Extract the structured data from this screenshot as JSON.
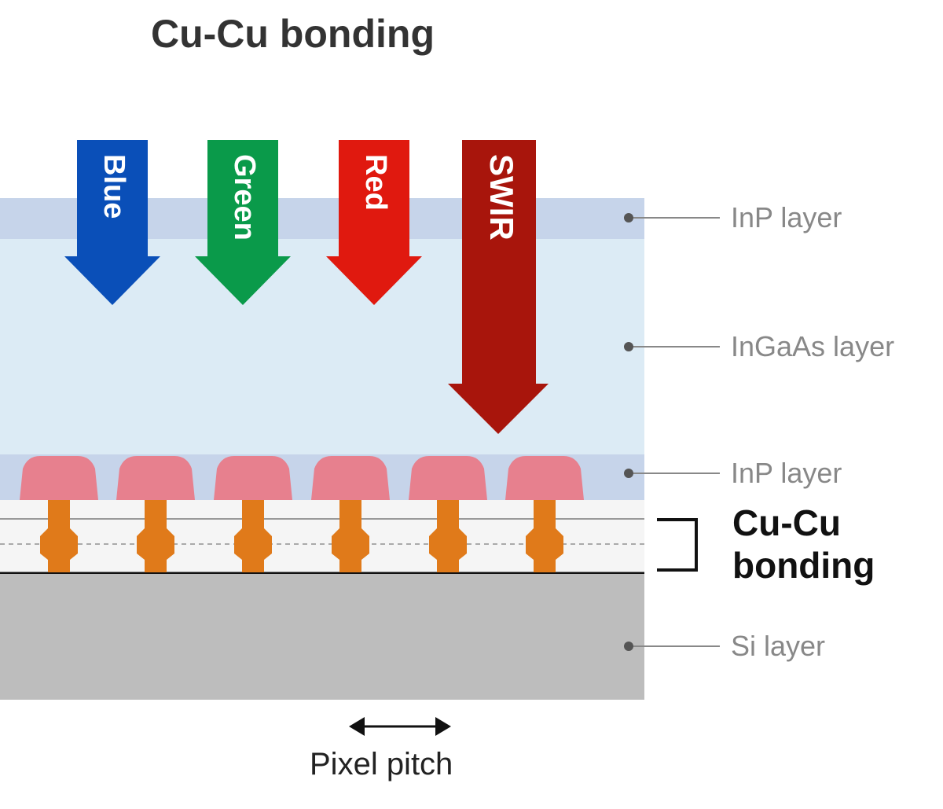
{
  "title": "Cu-Cu bonding",
  "layers": {
    "inp_top": "InP layer",
    "ingaas": "InGaAs layer",
    "inp_bottom": "InP layer",
    "bonding_line1": "Cu-Cu",
    "bonding_line2": "bonding",
    "si": "Si layer"
  },
  "light": [
    {
      "label": "Blue",
      "color": "#0a4fb8"
    },
    {
      "label": "Green",
      "color": "#0a9a4a"
    },
    {
      "label": "Red",
      "color": "#e0190f"
    },
    {
      "label": "SWIR",
      "color": "#a8150c"
    }
  ],
  "pitch_label": "Pixel pitch",
  "colors": {
    "inp": "#c6d4ea",
    "ingaas": "#dcebf5",
    "lens": "#e7808e",
    "copper": "#e07a1a",
    "si": "#bdbdbd"
  }
}
